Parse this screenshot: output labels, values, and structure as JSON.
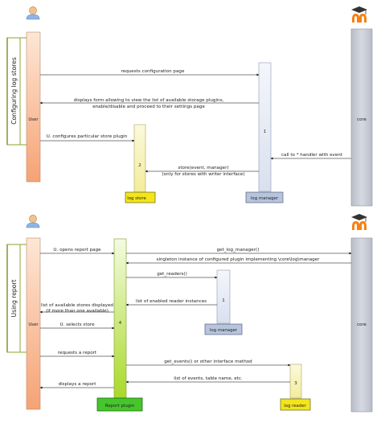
{
  "sections": {
    "top": {
      "label": "Configuring log stores"
    },
    "bottom": {
      "label": "Using report"
    }
  },
  "actors": {
    "top_user": "User",
    "top_core": "core",
    "bottom_user": "User",
    "bottom_core": "core"
  },
  "activations": {
    "top_1": "1",
    "top_2": "2",
    "bottom_1": "1",
    "bottom_3": "3",
    "bottom_4": "4"
  },
  "boxes": {
    "top_log_store": "log store",
    "top_log_manager": "log manager",
    "bottom_log_manager": "log manager",
    "bottom_report_plugin": "Report plugin",
    "bottom_log_reader": "log reader"
  },
  "messages": {
    "top": [
      "requests configuration page",
      "displays form allowing to view the list of available storage plugins,",
      "enable/disable and proceed to their settings page",
      "U. configures particular store plugin",
      "call to * handler with event",
      "store(event, manager)",
      "(only for stores with writer interface)"
    ],
    "bottom": [
      "U. opens report page",
      "get_log_manager()",
      "singleton instance of configured plugin implementing \\core\\log\\manager",
      "get_readers()",
      "list of enabled reader instances",
      "list of available stores displayed",
      "(if more than one available)",
      "U. selects store",
      "requests a report",
      "get_events() or other interface method",
      "list of events, table name, etc.",
      "displays a report"
    ]
  },
  "colors": {
    "user_gradient_top": "#fde3cd",
    "user_gradient_bottom": "#f6a878",
    "core_fill": "#c9ccd6",
    "manager_box": "#b9c7e0",
    "store_box": "#f3e51a",
    "report_green": "#46c52c",
    "report_lifeline_light": "#eaf7c4",
    "report_lifeline_dark": "#b4de2f",
    "section_bar": "#7d9a25"
  }
}
